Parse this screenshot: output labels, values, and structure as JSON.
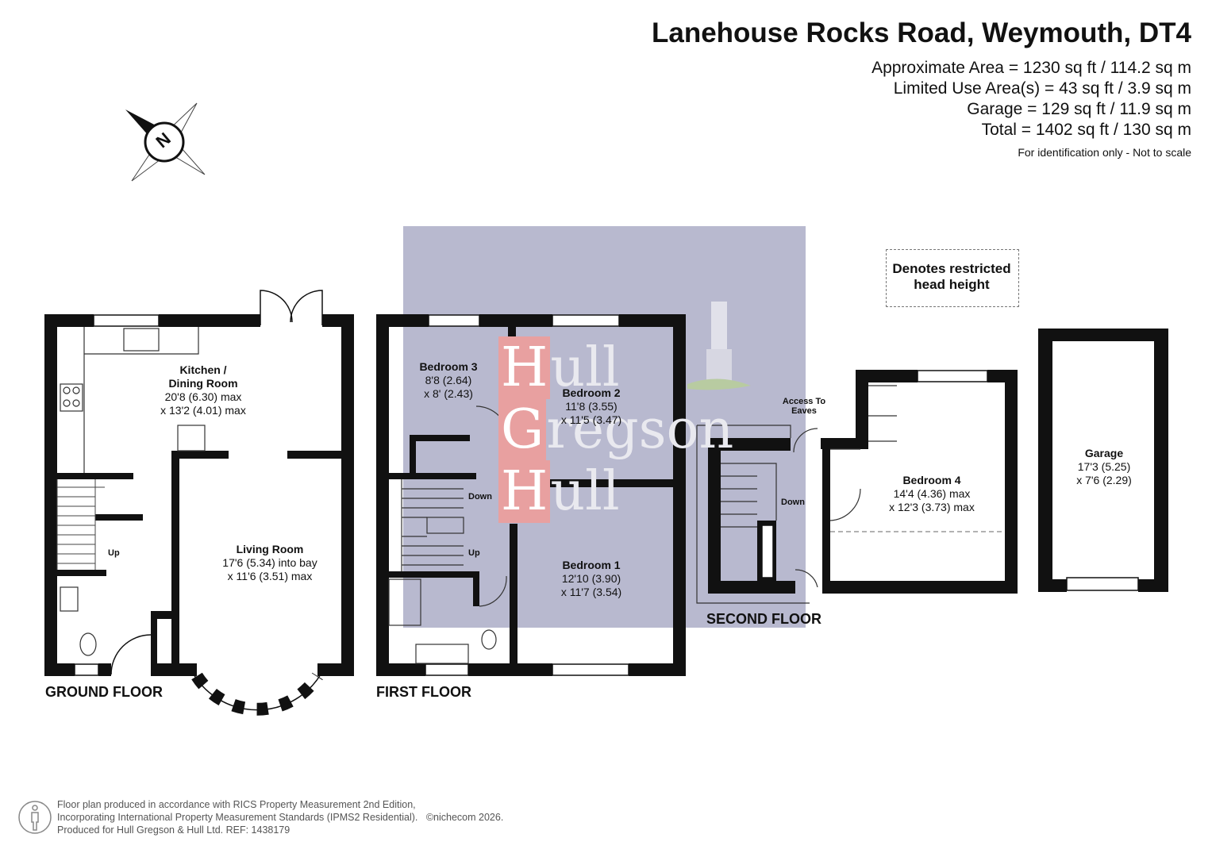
{
  "header": {
    "title": "Lanehouse Rocks Road, Weymouth, DT4",
    "areas": [
      "Approximate Area = 1230 sq ft / 114.2 sq m",
      "Limited Use Area(s) = 43 sq ft / 3.9 sq m",
      "Garage = 129 sq ft / 11.9 sq m",
      "Total = 1402 sq ft / 130 sq m"
    ],
    "note": "For identification only - Not to scale"
  },
  "compass": {
    "letter": "N",
    "icon": "compass-rose-icon"
  },
  "legend": {
    "line1": "Denotes restricted",
    "line2": "head height"
  },
  "watermark": {
    "l1a": "H",
    "l1b": "ull",
    "l2a": "G",
    "l2b": "regson",
    "l3a": "H",
    "l3b": "ull"
  },
  "floors": {
    "ground": "GROUND FLOOR",
    "first": "FIRST FLOOR",
    "second": "SECOND FLOOR"
  },
  "rooms": {
    "kitchen": {
      "name1": "Kitchen /",
      "name2": "Dining Room",
      "dim1": "20'8 (6.30) max",
      "dim2": "x 13'2 (4.01) max"
    },
    "living": {
      "name": "Living Room",
      "dim1": "17'6 (5.34) into bay",
      "dim2": "x 11'6 (3.51) max"
    },
    "bedroom3": {
      "name": "Bedroom 3",
      "dim1": "8'8 (2.64)",
      "dim2": "x 8' (2.43)"
    },
    "bedroom2": {
      "name": "Bedroom 2",
      "dim1": "11'8 (3.55)",
      "dim2": "x 11'5 (3.47)"
    },
    "bedroom1": {
      "name": "Bedroom 1",
      "dim1": "12'10 (3.90)",
      "dim2": "x 11'7 (3.54)"
    },
    "bedroom4": {
      "name": "Bedroom 4",
      "dim1": "14'4 (4.36) max",
      "dim2": "x 12'3 (3.73) max"
    },
    "garage": {
      "name": "Garage",
      "dim1": "17'3 (5.25)",
      "dim2": "x 7'6 (2.29)"
    }
  },
  "labels": {
    "up_ground": "Up",
    "down_first": "Down",
    "up_first": "Up",
    "down_second": "Down",
    "eaves1": "Access To",
    "eaves2": "Eaves"
  },
  "footer": {
    "line1": "Floor plan produced in accordance with RICS Property Measurement 2nd Edition,",
    "line2": "Incorporating International Property Measurement Standards (IPMS2 Residential).",
    "copyright": "©nichecom 2026.",
    "line3": "Produced for Hull Gregson & Hull Ltd.   REF: 1438179"
  },
  "colors": {
    "wall": "#111111",
    "restricted_overlay": "#b8b9cf",
    "brand_red": "#e8a0a0",
    "text_grey": "#555555"
  }
}
